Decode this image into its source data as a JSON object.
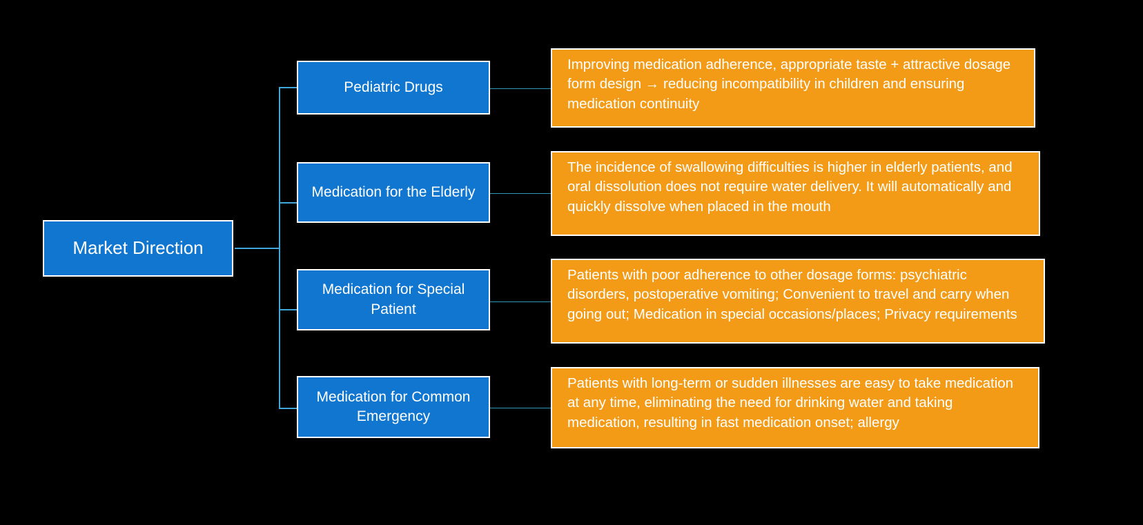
{
  "diagram": {
    "type": "horizontal-tree-mindmap",
    "root": {
      "label": "Market Direction"
    },
    "colors": {
      "background": "#000000",
      "node_blue": "#1076D0",
      "node_orange": "#F39A16",
      "connector_blue": "#3FA9DE",
      "connector_teal": "#2E9AB8",
      "border": "#FFFFFF",
      "text": "#FFFFFF"
    },
    "branches": [
      {
        "category": "Pediatric Drugs",
        "description": "Improving medication adherence, appropriate taste + attractive dosage form design → reducing incompatibility in children and ensuring medication continuity"
      },
      {
        "category": "Medication for the Elderly",
        "description": "The incidence of swallowing difficulties is higher in elderly patients, and oral dissolution does not require water delivery. It will automatically and quickly dissolve when placed in the mouth"
      },
      {
        "category": "Medication for Special Patient",
        "description": "Patients with poor adherence to other dosage forms: psychiatric disorders, postoperative vomiting; Convenient to travel and carry when going out; Medication in special occasions/places; Privacy requirements"
      },
      {
        "category": "Medication for Common Emergency",
        "description": "Patients with long-term or sudden illnesses are easy to take medication at any time, eliminating the need for drinking water and taking medication, resulting in fast medication onset; allergy"
      }
    ]
  }
}
